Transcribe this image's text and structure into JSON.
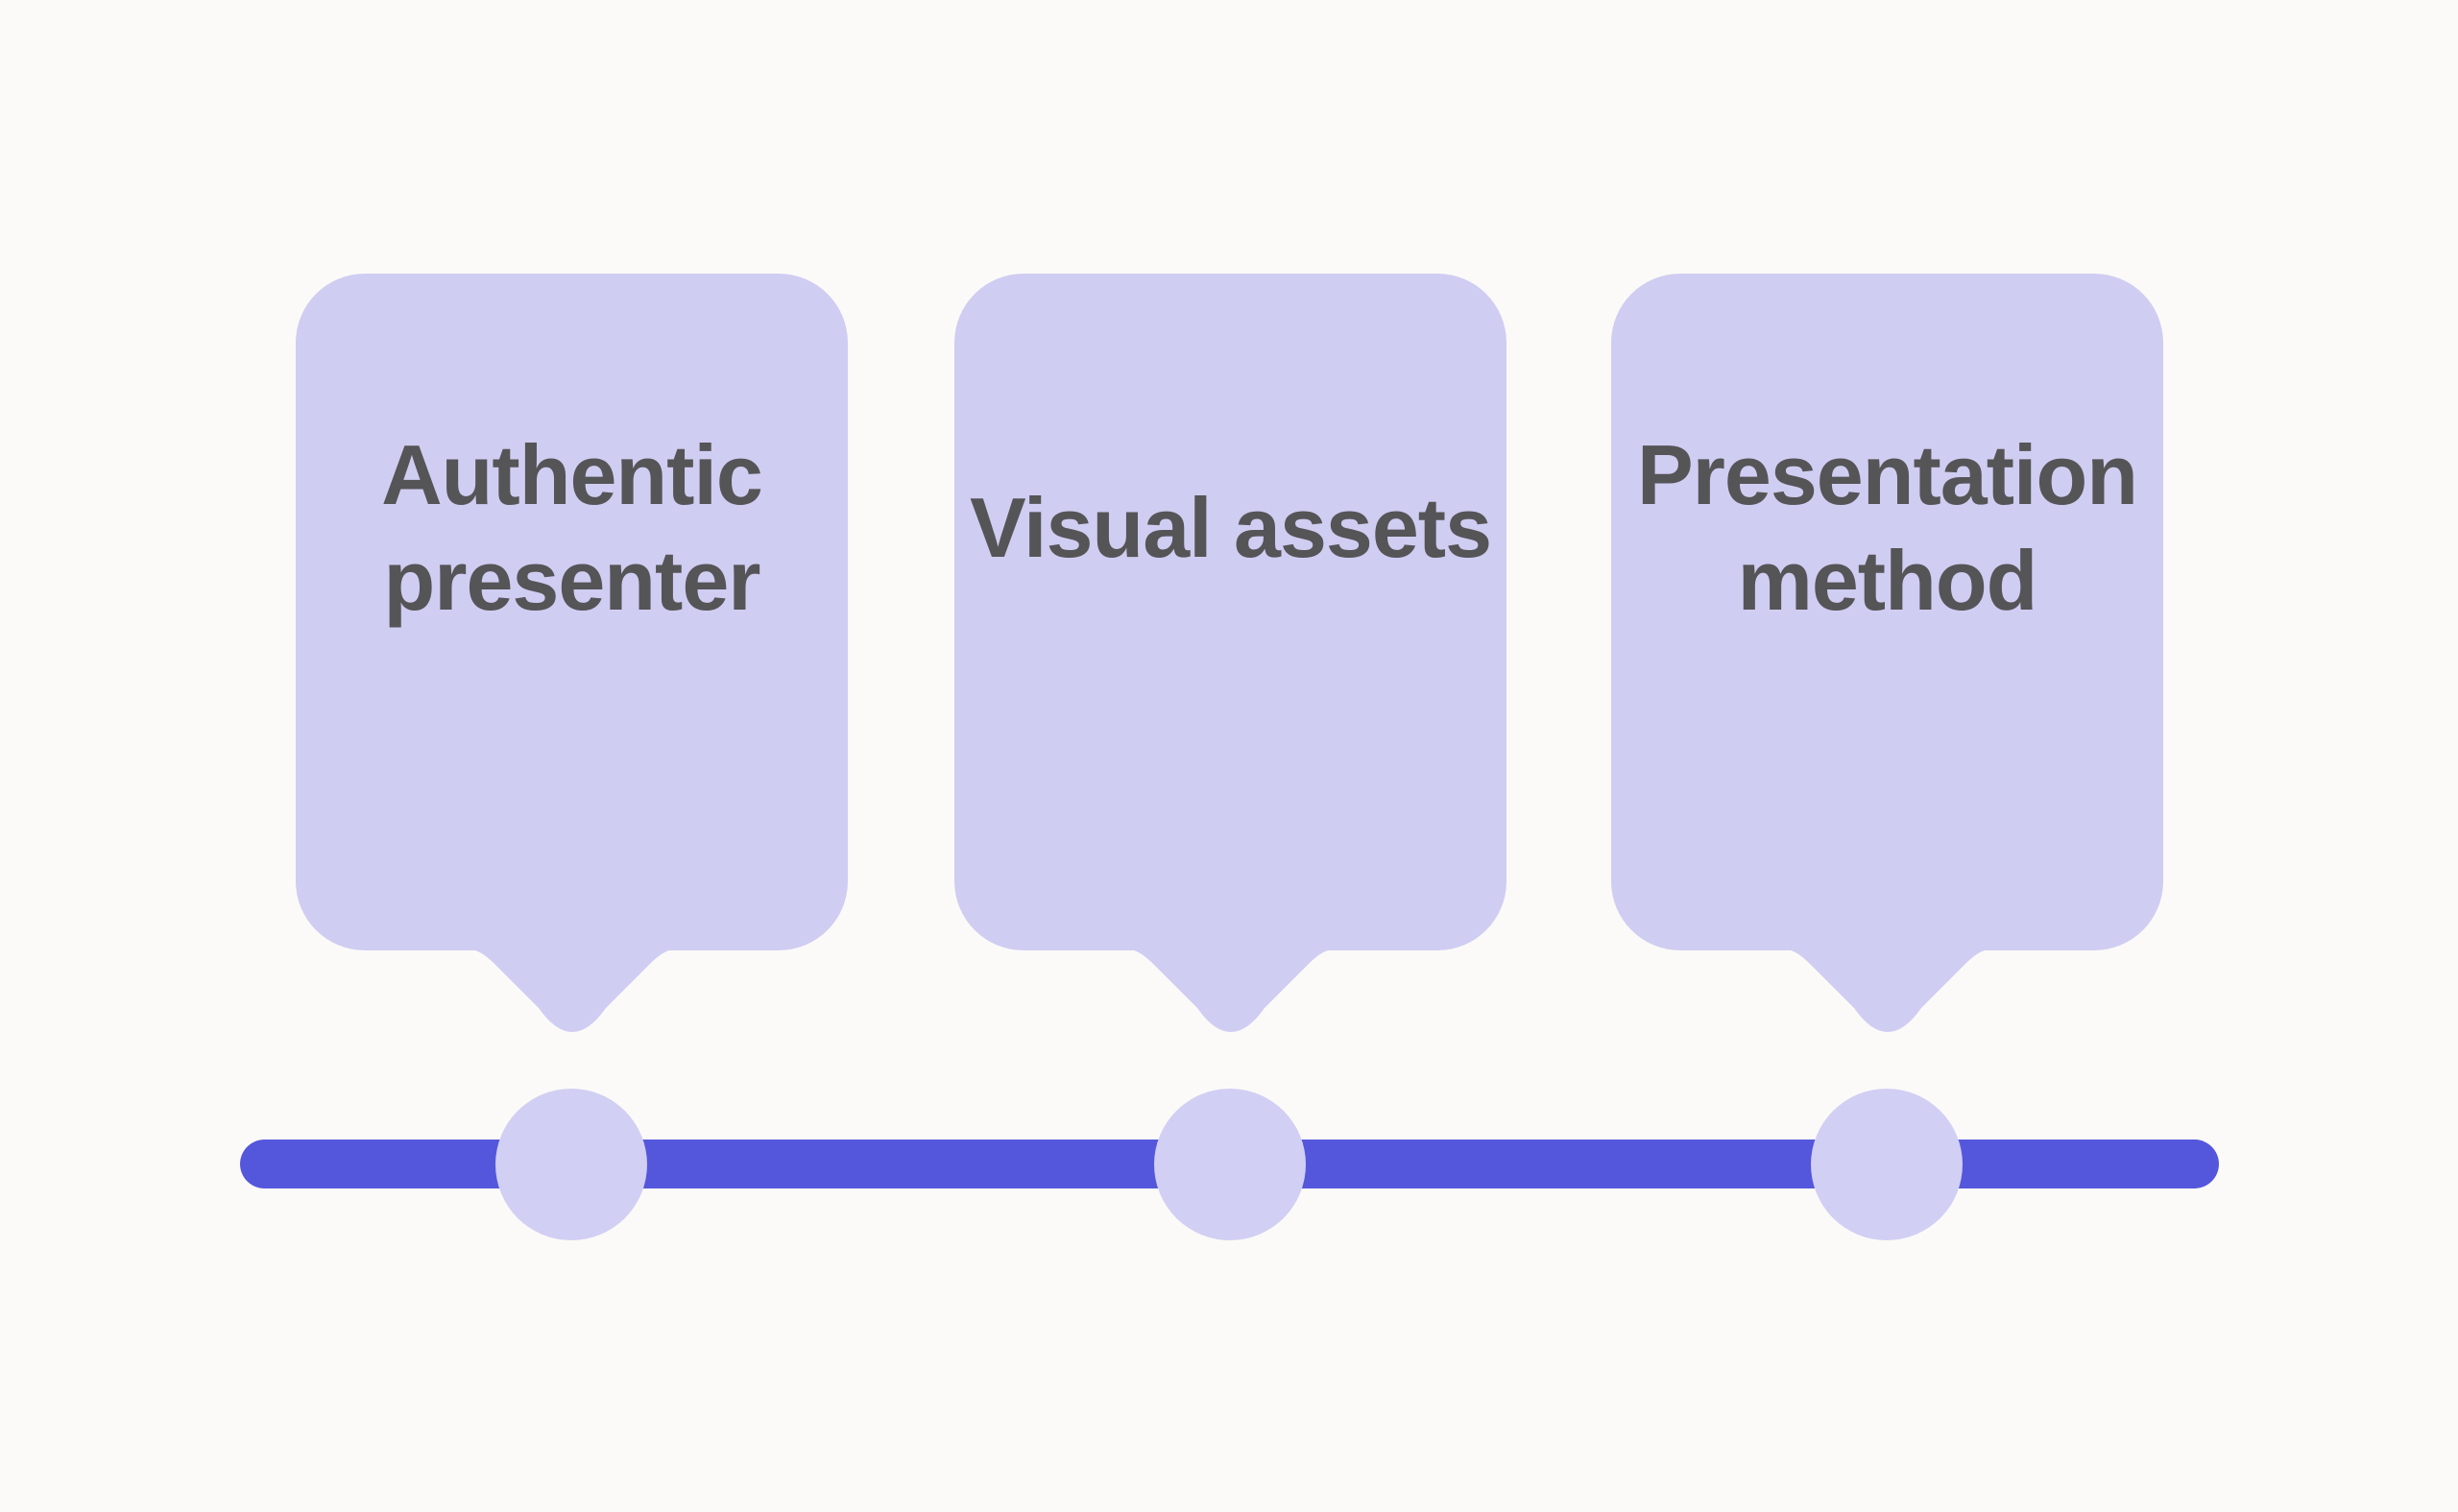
{
  "colors": {
    "background": "#FBFAF8",
    "card": "#D0CDF2",
    "dot": "#D1CFF3",
    "line": "#5457DB",
    "text": "#555457"
  },
  "timeline": {
    "items": [
      {
        "label": "Authentic presenter",
        "lines": [
          "Authentic",
          "presenter"
        ]
      },
      {
        "label": "Visual assets",
        "lines": [
          "Visual assets"
        ]
      },
      {
        "label": "Presentation method",
        "lines": [
          "Presentation",
          "method"
        ]
      }
    ]
  }
}
